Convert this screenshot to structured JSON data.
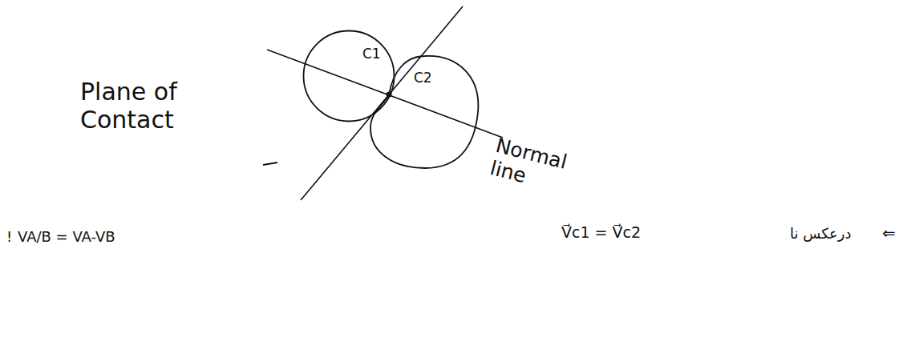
{
  "diagram": {
    "nodes": [
      {
        "text": [
          "C1"
        ]
      },
      {
        "text": [
          "C2"
        ]
      }
    ],
    "labels": [
      "Plane of Contact",
      "Normal line",
      "!",
      "VA/B = VA-VB",
      "V⃗c1 = V⃗c2",
      "درعکس نا",
      "⇐"
    ]
  }
}
